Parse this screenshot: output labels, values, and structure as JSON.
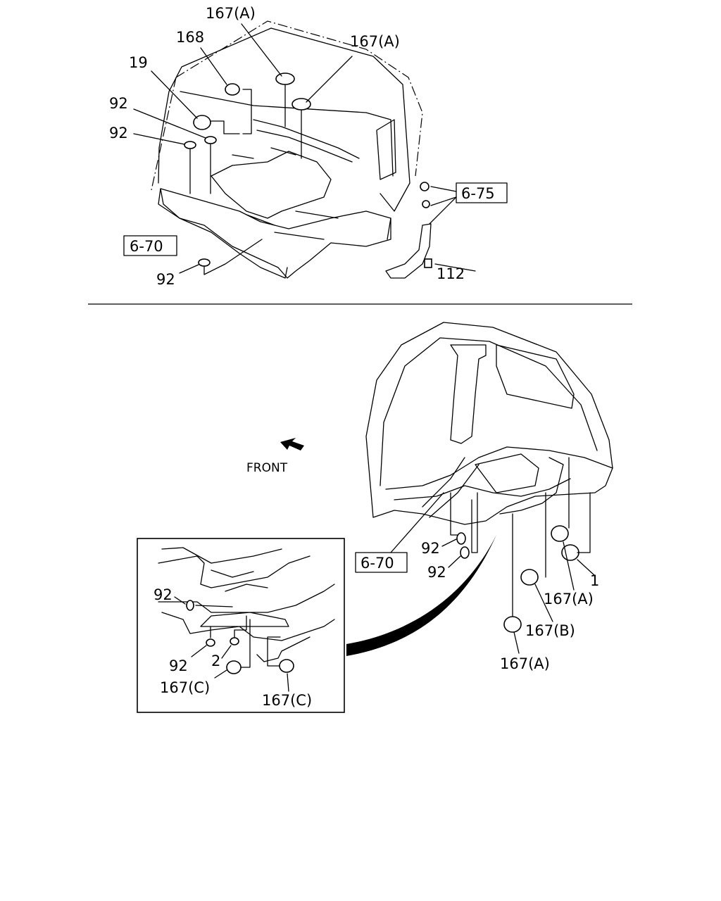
{
  "top_view": {
    "labels": {
      "p167a_top": "167(A)",
      "p168": "168",
      "p167a_right": "167(A)",
      "p19": "19",
      "p92_a": "92",
      "p92_b": "92",
      "p92_c": "92",
      "p112": "112",
      "ref_6_75": "6-75",
      "ref_6_70": "6-70"
    }
  },
  "bottom_view": {
    "front_label": "FRONT",
    "labels": {
      "ref_6_70": "6-70",
      "p92_a": "92",
      "p92_b": "92",
      "p1": "1",
      "p167a_a": "167(A)",
      "p167b": "167(B)",
      "p167a_b": "167(A)"
    }
  },
  "detail_view": {
    "labels": {
      "p92_a": "92",
      "p92_b": "92",
      "p2": "2",
      "p167c_a": "167(C)",
      "p167c_b": "167(C)"
    }
  }
}
